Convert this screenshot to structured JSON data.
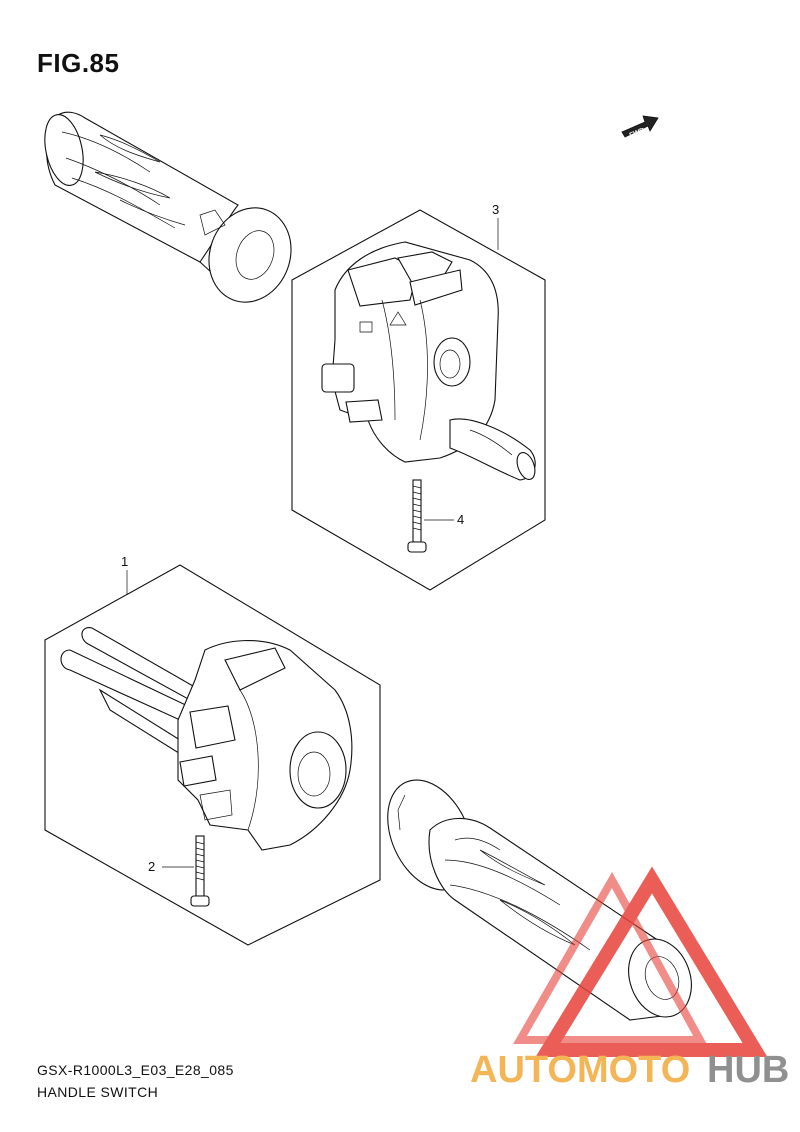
{
  "figure": {
    "title": "FIG.85",
    "fwd_label": "FWD"
  },
  "callouts": [
    {
      "id": "1",
      "label": "1"
    },
    {
      "id": "2",
      "label": "2"
    },
    {
      "id": "3",
      "label": "3"
    },
    {
      "id": "4",
      "label": "4"
    }
  ],
  "footer": {
    "code": "GSX-R1000L3_E03_E28_085",
    "name": "HANDLE SWITCH"
  },
  "watermark": {
    "part1": "AUTOMOTO",
    "part2": "HUB",
    "color_red": "#e8413a",
    "color_orange": "#f3a93a",
    "color_gray": "#7d7d7d"
  }
}
